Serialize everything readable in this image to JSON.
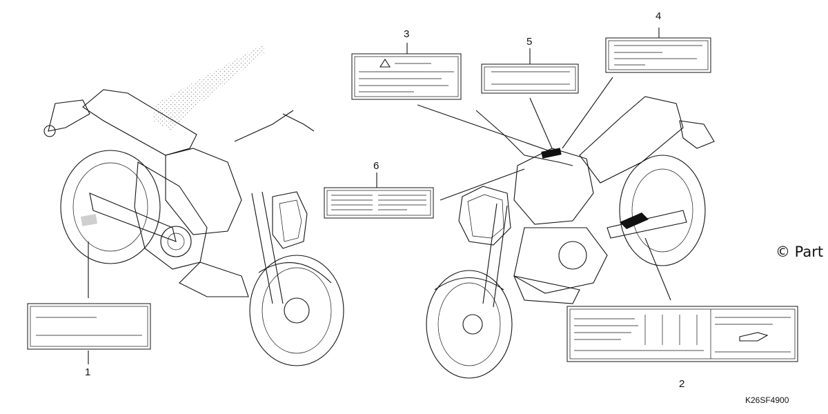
{
  "callouts": [
    "1",
    "2",
    "3",
    "4",
    "5",
    "6"
  ],
  "copyright": "© Part",
  "part_code": "K26SF4900",
  "icons": [
    "warning-triangle-icon"
  ]
}
